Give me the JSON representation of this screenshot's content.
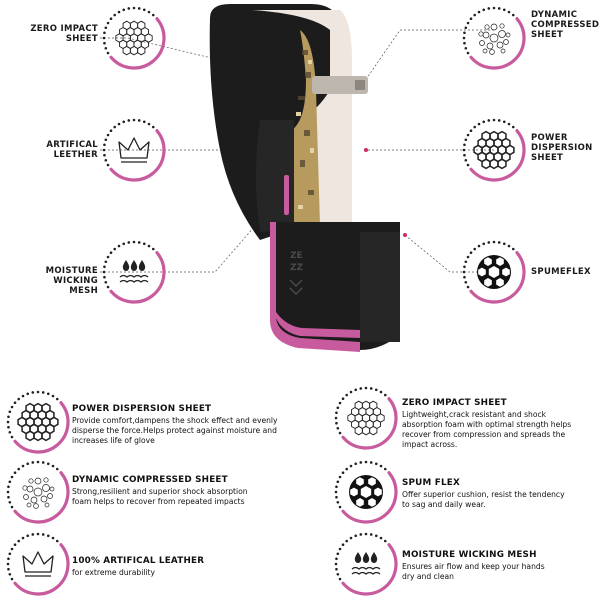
{
  "callouts": {
    "zero_impact": {
      "line1": "ZERO IMPACT",
      "line2": "SHEET"
    },
    "artificial_leather": {
      "line1": "ARTIFICAL",
      "line2": "LEETHER"
    },
    "moisture_wicking": {
      "line1": "MOISTURE WICKING",
      "line2": "MESH"
    },
    "dynamic_compressed": {
      "line1": "DYNAMIC",
      "line2": "COMPRESSED",
      "line3": "SHEET"
    },
    "power_dispersion": {
      "line1": "POWER",
      "line2": "DISPERSION",
      "line3": "SHEET"
    },
    "spumeflex": {
      "line1": "SPUMEFLEX"
    }
  },
  "glove": {
    "wrist_text_1": "ZE",
    "wrist_text_2": "ZZ"
  },
  "features": [
    {
      "title": "POWER DISPERSION SHEET",
      "desc_lines": [
        "Provide comfort,dampens the shock effect and evenly",
        "disperse the force.Helps protect against moisture and",
        "increases life of glove"
      ],
      "icon": "honeycomb-icon"
    },
    {
      "title": "DYNAMIC COMPRESSED  SHEET",
      "desc_lines": [
        "Strong,resilient and superior shock absorption",
        "foam helps to recover from repeated impacts"
      ],
      "icon": "bubble-foam-icon"
    },
    {
      "title": "100% ARTIFICAL LEATHER",
      "desc_lines": [
        "for extreme durability"
      ],
      "icon": "crown-icon"
    },
    {
      "title": "ZERO IMPACT SHEET",
      "desc_lines": [
        "Lightweight,crack resistant and shock",
        "absorption foam with optimal strength helps",
        "recover from compression and spreads the",
        "impact across."
      ],
      "icon": "hexagon-mesh-icon"
    },
    {
      "title": "SPUM FLEX",
      "desc_lines": [
        "Offer superior cushion, resist the tendency",
        "to sag and daily wear."
      ],
      "icon": "soccer-ball-icon"
    },
    {
      "title": "MOISTURE WICKING MESH",
      "desc_lines": [
        "Ensures air flow and keep your hands",
        "dry and clean"
      ],
      "icon": "water-drops-icon"
    }
  ],
  "colors": {
    "accent": "#c85a9e",
    "glove_black": "#1c1c1c",
    "glove_cream": "#efe7df",
    "dots": "#222222"
  }
}
